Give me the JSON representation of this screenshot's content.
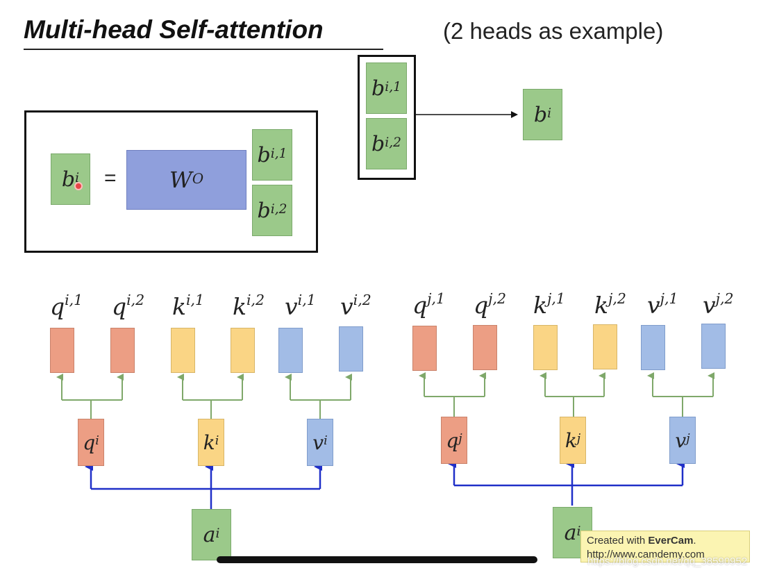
{
  "title": "Multi-head Self-attention",
  "subtitle": "(2 heads as example)",
  "equation": {
    "lhs": {
      "base": "b",
      "sup": "i"
    },
    "equals": "=",
    "matrix": {
      "base": "W",
      "sup": "O"
    },
    "vector": [
      {
        "base": "b",
        "sup": "i,1"
      },
      {
        "base": "b",
        "sup": "i,2"
      }
    ]
  },
  "concat": {
    "inputs": [
      {
        "base": "b",
        "sup": "i,1"
      },
      {
        "base": "b",
        "sup": "i,2"
      }
    ],
    "output": {
      "base": "b",
      "sup": "i"
    }
  },
  "heads_i": {
    "labels": [
      {
        "base": "q",
        "sup": "i,1"
      },
      {
        "base": "q",
        "sup": "i,2"
      },
      {
        "base": "k",
        "sup": "i,1"
      },
      {
        "base": "k",
        "sup": "i,2"
      },
      {
        "base": "v",
        "sup": "i,1"
      },
      {
        "base": "v",
        "sup": "i,2"
      }
    ],
    "mid": [
      {
        "base": "q",
        "sup": "i"
      },
      {
        "base": "k",
        "sup": "i"
      },
      {
        "base": "v",
        "sup": "i"
      }
    ],
    "input": {
      "base": "a",
      "sup": "i"
    }
  },
  "heads_j": {
    "labels": [
      {
        "base": "q",
        "sup": "j,1"
      },
      {
        "base": "q",
        "sup": "j,2"
      },
      {
        "base": "k",
        "sup": "j,1"
      },
      {
        "base": "k",
        "sup": "j,2"
      },
      {
        "base": "v",
        "sup": "j,1"
      },
      {
        "base": "v",
        "sup": "j,2"
      }
    ],
    "mid": [
      {
        "base": "q",
        "sup": "j"
      },
      {
        "base": "k",
        "sup": "j"
      },
      {
        "base": "v",
        "sup": "j"
      }
    ],
    "input": {
      "base": "a",
      "sup": "i"
    }
  },
  "stamp": {
    "line1_prefix": "Created with ",
    "line1_brand": "EverCam",
    "line1_suffix": ".",
    "line2": "http://www.camdemy.com"
  },
  "watermark": "https://blog.csdn.net/qq_38590952",
  "colors": {
    "green": "#9bc98a",
    "weight_blue": "#8f9fdc",
    "query_red": "#ec9e84",
    "key_yellow": "#fad585",
    "value_blue": "#a2bce6",
    "green_arrow": "#7fa86a",
    "blue_arrow": "#1f2fc8"
  }
}
